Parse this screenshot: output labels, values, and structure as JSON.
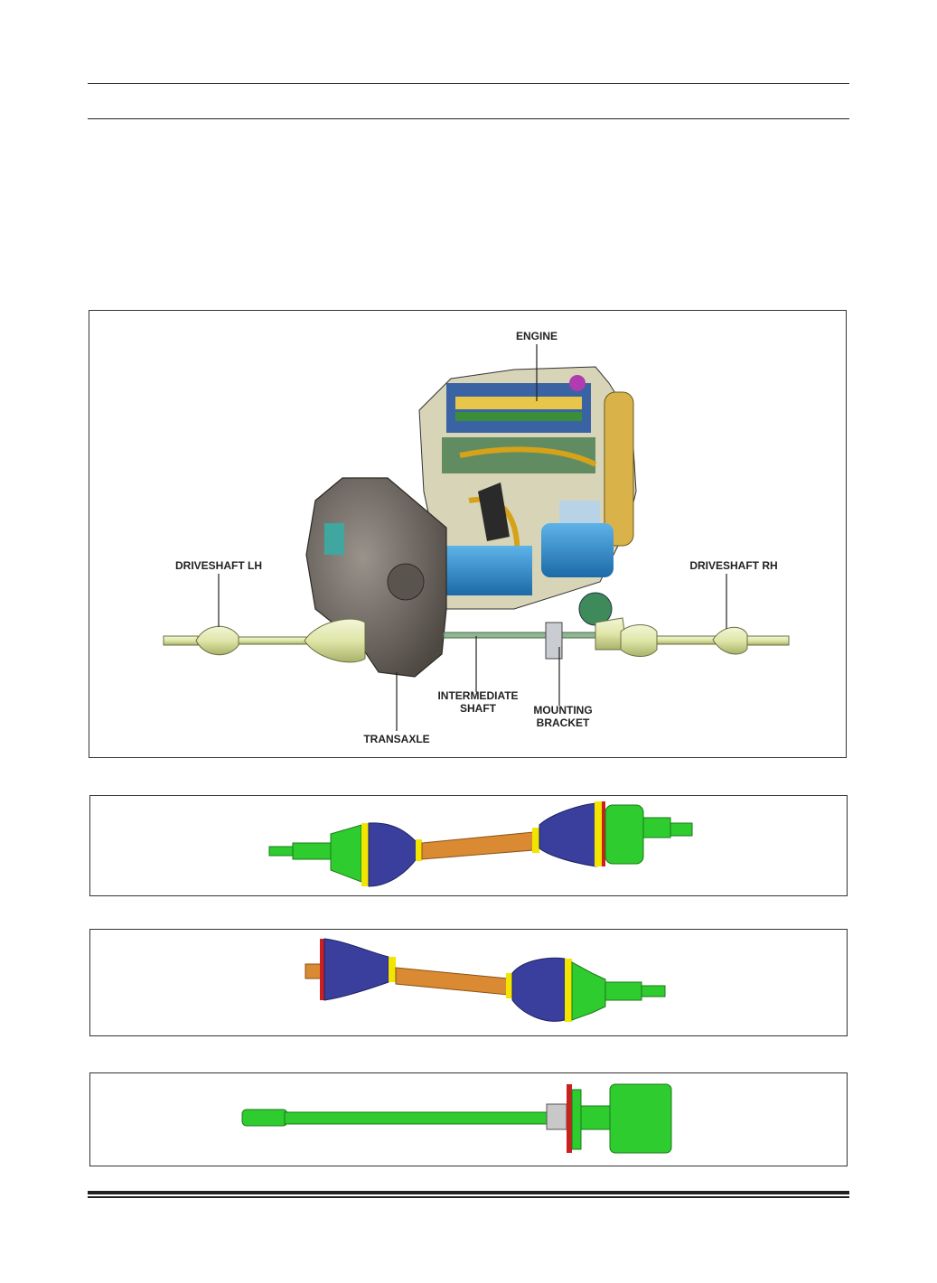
{
  "figure": {
    "labels": {
      "engine": "ENGINE",
      "driveshaft_lh": "DRIVESHAFT LH",
      "driveshaft_rh": "DRIVESHAFT RH",
      "intermediate_shaft_1": "INTERMEDIATE",
      "intermediate_shaft_2": "SHAFT",
      "mounting_bracket_1": "MOUNTING",
      "mounting_bracket_2": "BRACKET",
      "transaxle": "TRANSAXLE"
    }
  },
  "colors": {
    "joint_green": "#2ecc2e",
    "boot_blue": "#3a3f9e",
    "shaft_orange": "#d98a32",
    "ring_yellow": "#f2e600",
    "seal_red": "#cc2020",
    "transaxle_grey": "#6b6560"
  }
}
